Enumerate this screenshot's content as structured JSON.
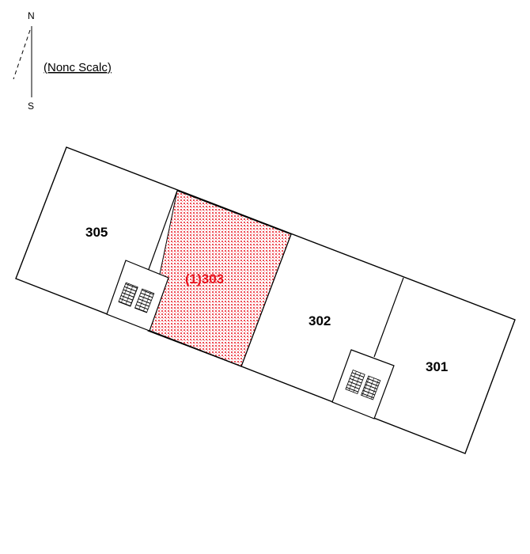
{
  "compass": {
    "north": "N",
    "south": "S"
  },
  "scale_note": "(Nonc Scalc)",
  "units": [
    {
      "label": "305",
      "highlighted": false
    },
    {
      "label": "(1)303",
      "highlighted": true
    },
    {
      "label": "302",
      "highlighted": false
    },
    {
      "label": "301",
      "highlighted": false
    }
  ],
  "colors": {
    "highlight_fill": "#e8141e",
    "highlight_label": "#e8141e",
    "outline": "#000000"
  }
}
